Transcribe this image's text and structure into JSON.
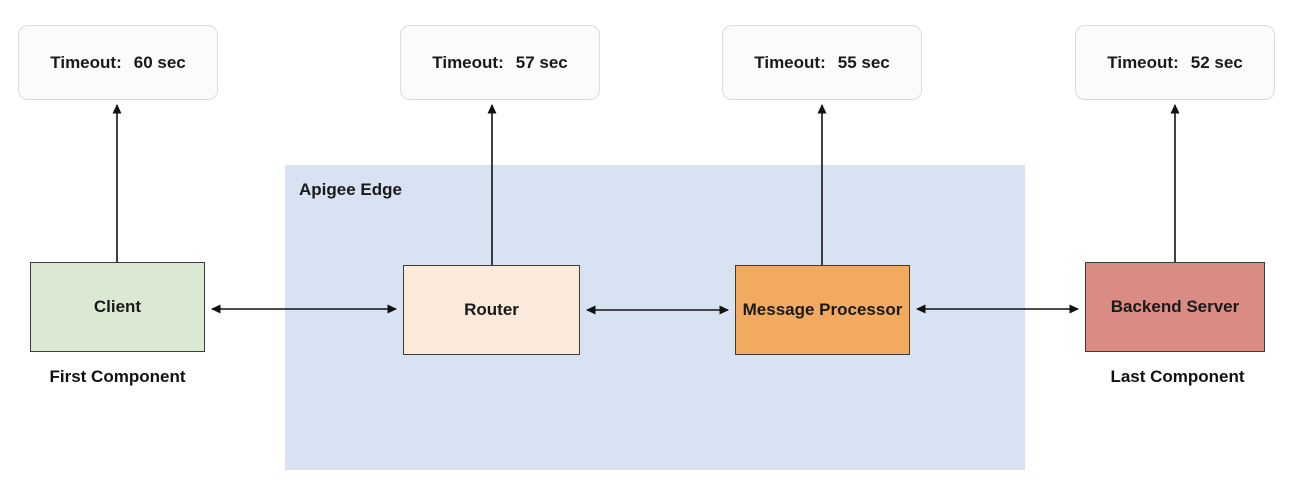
{
  "diagram": {
    "title": "Apigee Edge",
    "timeouts": {
      "client": {
        "label": "Timeout:",
        "value": "60 sec"
      },
      "router": {
        "label": "Timeout:",
        "value": "57 sec"
      },
      "message_processor": {
        "label": "Timeout:",
        "value": "55 sec"
      },
      "backend": {
        "label": "Timeout:",
        "value": "52 sec"
      }
    },
    "components": {
      "client": {
        "name": "Client",
        "caption": "First Component",
        "color": "#dbe9d2"
      },
      "router": {
        "name": "Router",
        "color": "#fbe9da"
      },
      "message_processor": {
        "name": "Message Processor",
        "color": "#f1aa60"
      },
      "backend": {
        "name": "Backend Server",
        "caption": "Last Component",
        "color": "#d98b84"
      }
    },
    "colors": {
      "apigee_background": "#d7e3f3",
      "timeout_background": "#fafbfd",
      "timeout_border": "#dadce0",
      "arrow": "#111111"
    }
  }
}
